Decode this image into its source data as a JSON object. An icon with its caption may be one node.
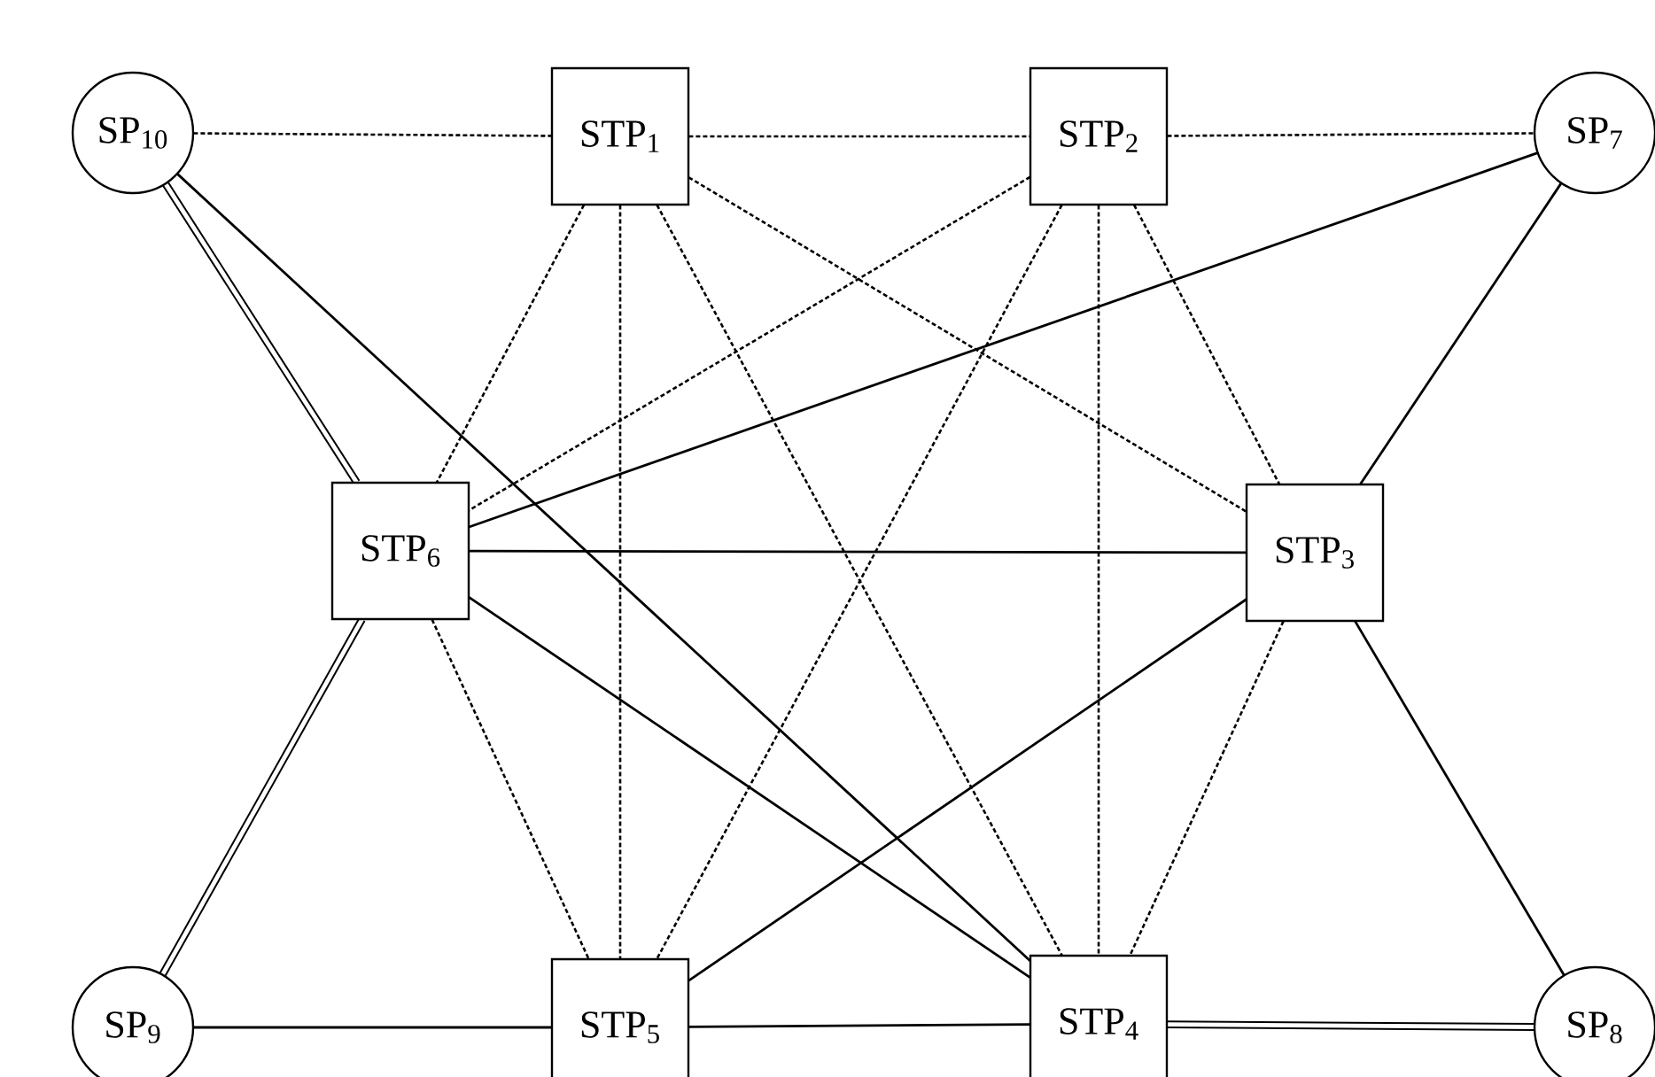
{
  "diagram": {
    "nodes": [
      {
        "text": [
          "SP$_{10}$"
        ]
      },
      {
        "text": [
          "STP$_{1}$"
        ]
      },
      {
        "text": [
          "STP$_{2}$"
        ]
      },
      {
        "text": [
          "SP$_{7}$"
        ]
      },
      {
        "text": [
          "STP$_{6}$"
        ]
      },
      {
        "text": [
          "STP$_{3}$"
        ]
      },
      {
        "text": [
          "SP$_{9}$"
        ]
      },
      {
        "text": [
          "STP$_{5}$"
        ]
      },
      {
        "text": [
          "STP$_{4}$"
        ]
      },
      {
        "text": [
          "SP$_{8}$"
        ]
      }
    ],
    "edges": [
      {
        "from": 0,
        "to": 1,
        "arrow": "none",
        "style": "dashed"
      },
      {
        "from": 1,
        "to": 2,
        "arrow": "none",
        "style": "dashed"
      },
      {
        "from": 2,
        "to": 3,
        "arrow": "none",
        "style": "dashed"
      },
      {
        "from": 1,
        "to": 4,
        "arrow": "none",
        "style": "dashed"
      },
      {
        "from": 1,
        "to": 7,
        "arrow": "none",
        "style": "dashed"
      },
      {
        "from": 1,
        "to": 8,
        "arrow": "none",
        "style": "dashed"
      },
      {
        "from": 1,
        "to": 5,
        "arrow": "none",
        "style": "dashed"
      },
      {
        "from": 2,
        "to": 4,
        "arrow": "none",
        "style": "dashed"
      },
      {
        "from": 2,
        "to": 7,
        "arrow": "none",
        "style": "dashed"
      },
      {
        "from": 2,
        "to": 8,
        "arrow": "none",
        "style": "dashed"
      },
      {
        "from": 2,
        "to": 5,
        "arrow": "none",
        "style": "dashed"
      },
      {
        "from": 4,
        "to": 7,
        "arrow": "none",
        "style": "dashed"
      },
      {
        "from": 5,
        "to": 8,
        "arrow": "none",
        "style": "dashed"
      },
      {
        "from": 0,
        "to": 4,
        "arrow": "none",
        "style": "thick"
      },
      {
        "from": 4,
        "to": 6,
        "arrow": "none",
        "style": "thick"
      },
      {
        "from": 8,
        "to": 9,
        "arrow": "none",
        "style": "thick"
      },
      {
        "from": 0,
        "to": 8,
        "arrow": "none"
      },
      {
        "from": 3,
        "to": 4,
        "arrow": "none"
      },
      {
        "from": 3,
        "to": 5,
        "arrow": "none"
      },
      {
        "from": 4,
        "to": 5,
        "arrow": "none"
      },
      {
        "from": 4,
        "to": 8,
        "arrow": "none"
      },
      {
        "from": 5,
        "to": 7,
        "arrow": "none"
      },
      {
        "from": 5,
        "to": 9,
        "arrow": "none"
      },
      {
        "from": 6,
        "to": 7,
        "arrow": "none"
      },
      {
        "from": 7,
        "to": 8,
        "arrow": "none"
      }
    ]
  }
}
